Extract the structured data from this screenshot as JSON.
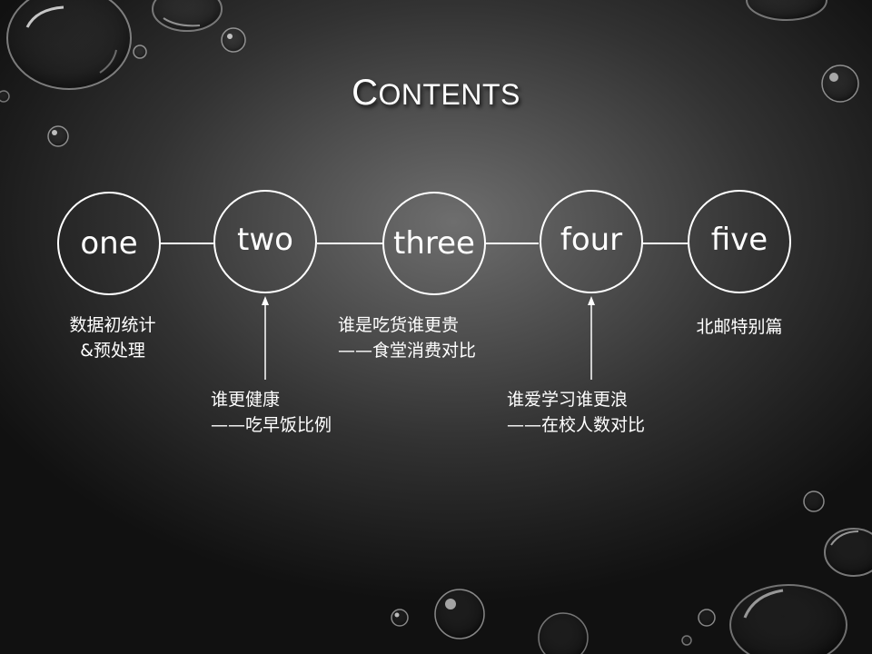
{
  "title": {
    "first": "C",
    "rest": "ONTENTS"
  },
  "items": [
    {
      "label": "one",
      "caption": [
        "数据初统计",
        "&预处理"
      ]
    },
    {
      "label": "two",
      "caption": [
        "谁更健康",
        "——吃早饭比例"
      ]
    },
    {
      "label": "three",
      "caption": [
        "谁是吃货谁更贵",
        "——食堂消费对比"
      ]
    },
    {
      "label": "four",
      "caption": [
        "谁爱学习谁更浪",
        "——在校人数对比"
      ]
    },
    {
      "label": "five",
      "caption": [
        "北邮特别篇"
      ]
    }
  ]
}
